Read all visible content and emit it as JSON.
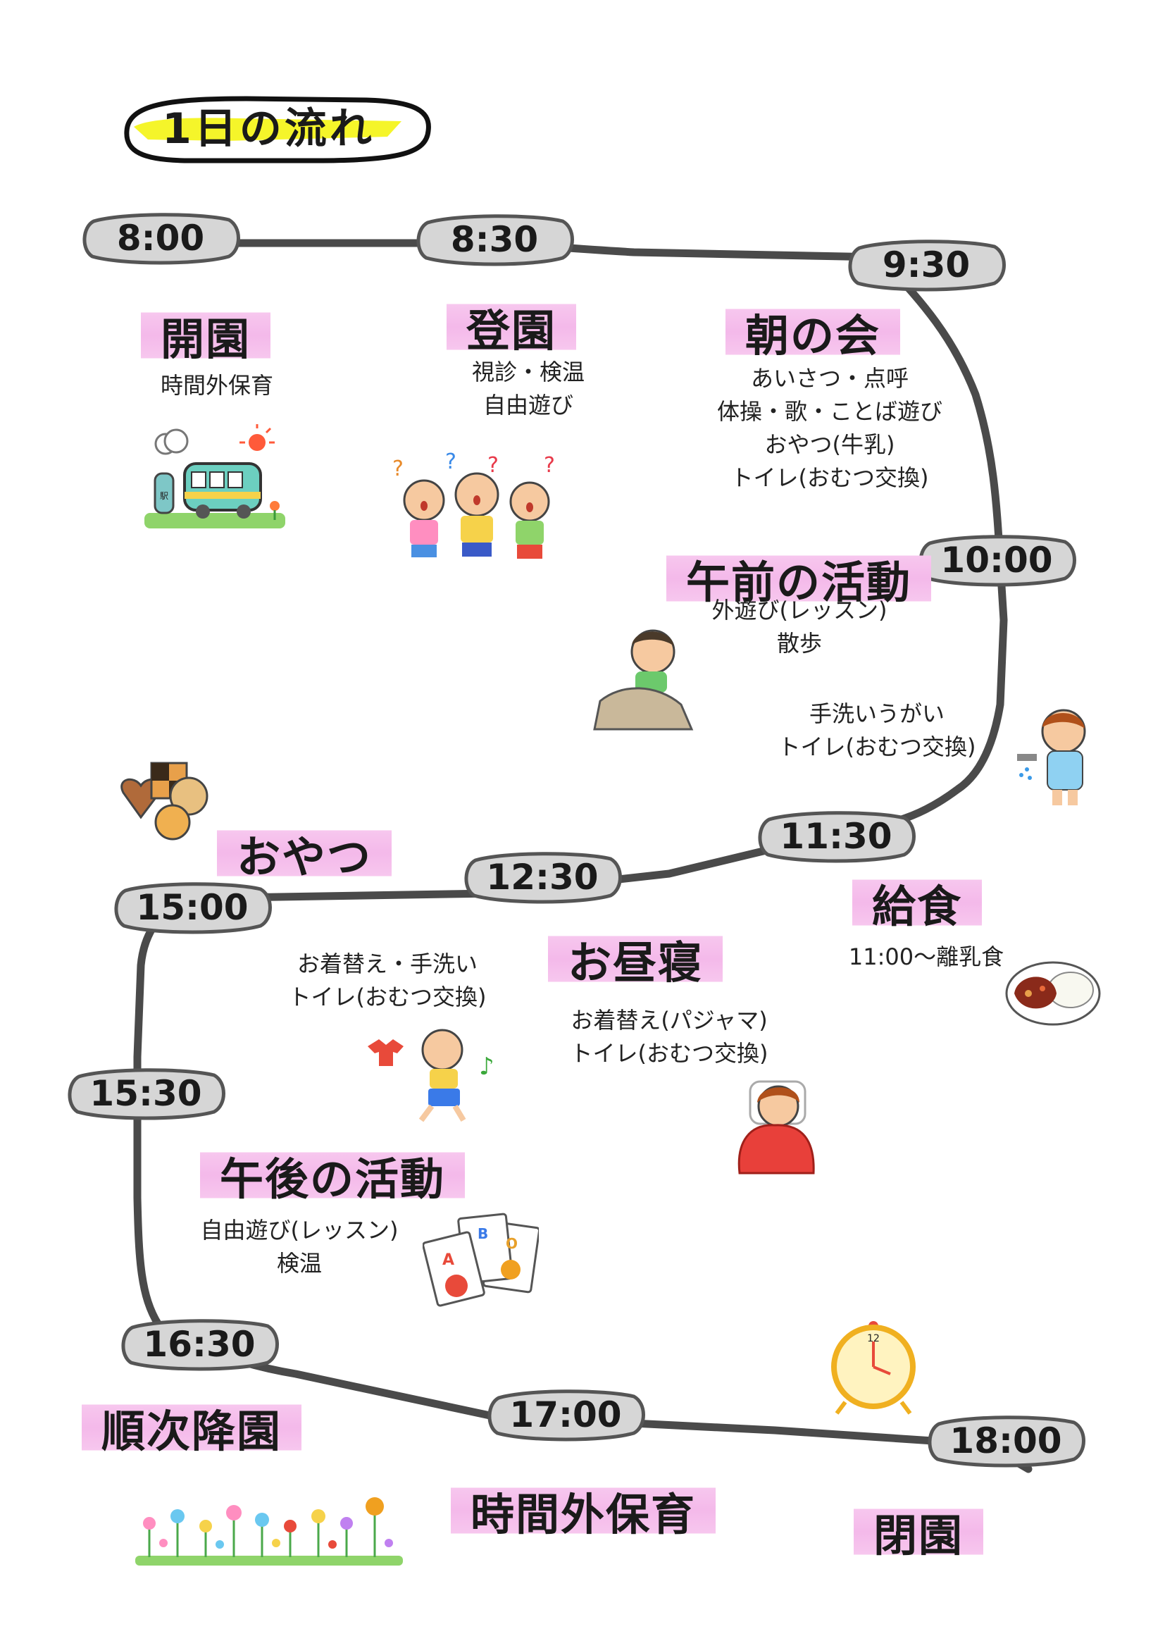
{
  "title": "1日の流れ",
  "times": [
    "8:00",
    "8:30",
    "9:30",
    "10:00",
    "11:30",
    "12:30",
    "15:00",
    "15:30",
    "16:30",
    "17:00",
    "18:00"
  ],
  "sections": {
    "open_morning": {
      "heading": "開園",
      "desc": [
        "時間外保育"
      ]
    },
    "arrival": {
      "heading": "登園",
      "desc": [
        "視診・検温",
        "自由遊び"
      ]
    },
    "morning_meeting": {
      "heading": "朝の会",
      "desc": [
        "あいさつ・点呼",
        "体操・歌・ことば遊び",
        "おやつ(牛乳)",
        "トイレ(おむつ交換)"
      ]
    },
    "morning_activity": {
      "heading": "午前の活動",
      "desc": [
        "外遊び(レッスン)",
        "散歩"
      ]
    },
    "handwash": {
      "desc": [
        "手洗いうがい",
        "トイレ(おむつ交換)"
      ]
    },
    "lunch": {
      "heading": "給食",
      "desc": [
        "11:00～離乳食"
      ]
    },
    "nap": {
      "heading": "お昼寝",
      "desc": [
        "お着替え(パジャマ)",
        "トイレ(おむつ交換)"
      ]
    },
    "wake": {
      "desc": [
        "お着替え・手洗い",
        "トイレ(おむつ交換)"
      ]
    },
    "snack": {
      "heading": "おやつ"
    },
    "afternoon_activity": {
      "heading": "午後の活動",
      "desc": [
        "自由遊び(レッスン)",
        "検温"
      ]
    },
    "pickup": {
      "heading": "順次降園"
    },
    "extended_care": {
      "heading": "時間外保育"
    },
    "close": {
      "heading": "閉園"
    }
  },
  "card_letters": [
    "A",
    "B",
    "O"
  ],
  "station_sign": "駅",
  "colors": {
    "track": "#4a4a4a",
    "bubble": "#d6d6d6",
    "highlight": "#f4b9ea",
    "title_marker": "#f5f52a"
  },
  "icons": [
    "bus-icon",
    "singing-kids-icon",
    "sandbox-boy-icon",
    "handwash-boy-icon",
    "cookies-icon",
    "curry-icon",
    "changing-boy-icon",
    "sleeping-girl-icon",
    "letter-cards-icon",
    "alarm-clock-icon",
    "flowers-icon"
  ]
}
